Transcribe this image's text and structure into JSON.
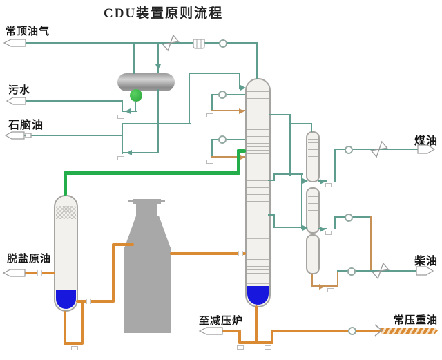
{
  "title": "CDU装置原则流程",
  "streams": {
    "top_gas": "常顶油气",
    "sour_water": "污水",
    "naphtha": "石脑油",
    "desalted_crude": "脱盐原油",
    "kerosene": "煤油",
    "diesel": "柴油",
    "to_vacuum_furnace": "至减压炉",
    "atm_residue": "常压重油"
  },
  "colors": {
    "pipe_teal": "#5f9e8f",
    "pipe_tan": "#c79055",
    "pipe_orange": "#d98a33",
    "pipe_green": "#23ad4b",
    "liquid_blue": "#1717dd",
    "equipment_gray": "#a8a8a8",
    "boot_green": "#2fb440"
  },
  "icons": {
    "valve": "control-valve-icon",
    "pump": "pump-icon",
    "instrument": "instrument-circle-icon",
    "condenser": "condenser-icon",
    "flag_out": "stream-flag"
  }
}
